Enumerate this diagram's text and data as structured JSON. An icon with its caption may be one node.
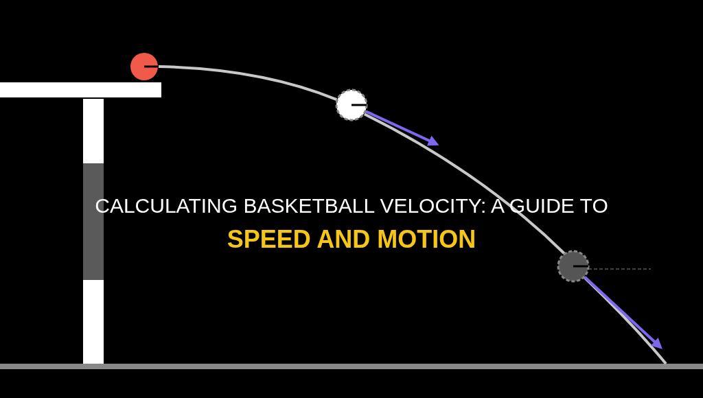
{
  "diagram": {
    "title": "CALCULATING BASKETBALL VELOCITY: A GUIDE TO",
    "nodes": [
      {
        "text": [],
        "shape": "circle"
      },
      {
        "text": [],
        "shape": "circle"
      },
      {
        "text": [],
        "shape": "circle"
      }
    ],
    "edges": [
      {
        "from": 0,
        "to": 1,
        "arrow": "none"
      },
      {
        "from": 1,
        "to": 2,
        "arrow": "none"
      },
      {
        "from": 2,
        "to": null,
        "arrow": "none"
      },
      {
        "from": 1,
        "to": null,
        "arrow": "to",
        "color": "#7b68ee"
      },
      {
        "from": 2,
        "to": null,
        "arrow": "to",
        "color": "#7b68ee"
      }
    ],
    "labels": [
      "SPEED AND MOTION"
    ]
  }
}
